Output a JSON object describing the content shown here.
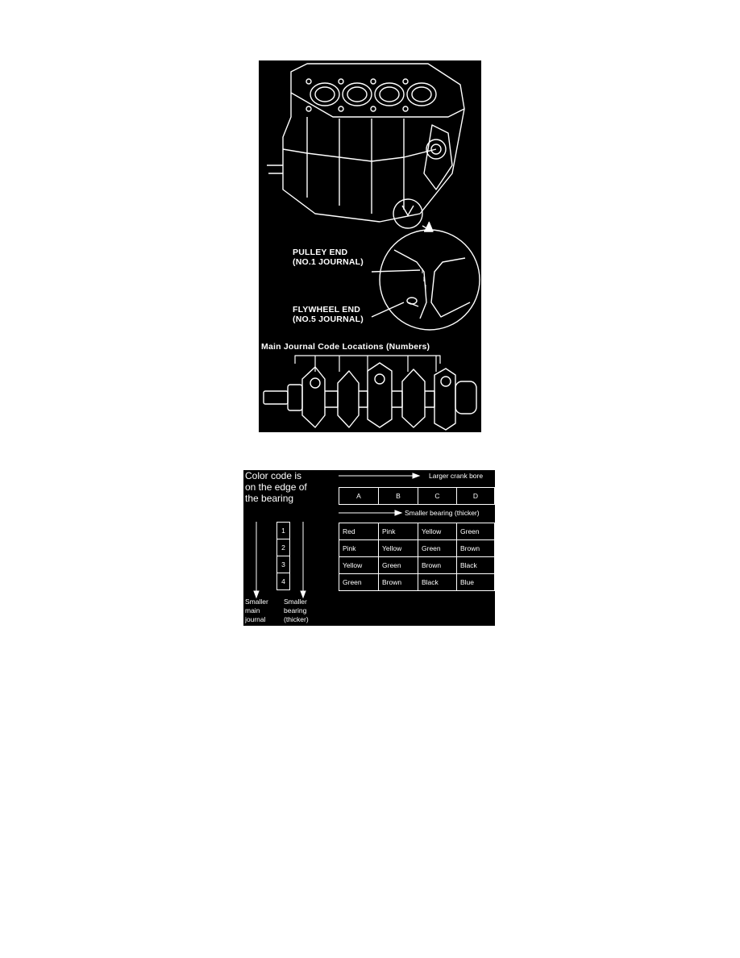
{
  "figure1": {
    "pulley_end": [
      "PULLEY END",
      "(NO.1 JOURNAL)"
    ],
    "flywheel_end": [
      "FLYWHEEL END",
      "(NO.5 JOURNAL)"
    ],
    "main_journal_caption": "Main Journal Code Locations (Numbers)"
  },
  "figure2": {
    "note": [
      "Color code is",
      "on the edge of",
      "the bearing"
    ],
    "larger_crank_bore": "Larger crank bore",
    "smaller_bearing_top": "Smaller bearing (thicker)",
    "columns": [
      "A",
      "B",
      "C",
      "D"
    ],
    "rows": [
      "1",
      "2",
      "3",
      "4"
    ],
    "colors": [
      [
        "Red",
        "Pink",
        "Yellow",
        "Green"
      ],
      [
        "Pink",
        "Yellow",
        "Green",
        "Brown"
      ],
      [
        "Yellow",
        "Green",
        "Brown",
        "Black"
      ],
      [
        "Green",
        "Brown",
        "Black",
        "Blue"
      ]
    ],
    "smaller_main_journal": [
      "Smaller",
      "main",
      "journal"
    ],
    "smaller_bearing_side": [
      "Smaller",
      "bearing",
      "(thicker)"
    ]
  }
}
